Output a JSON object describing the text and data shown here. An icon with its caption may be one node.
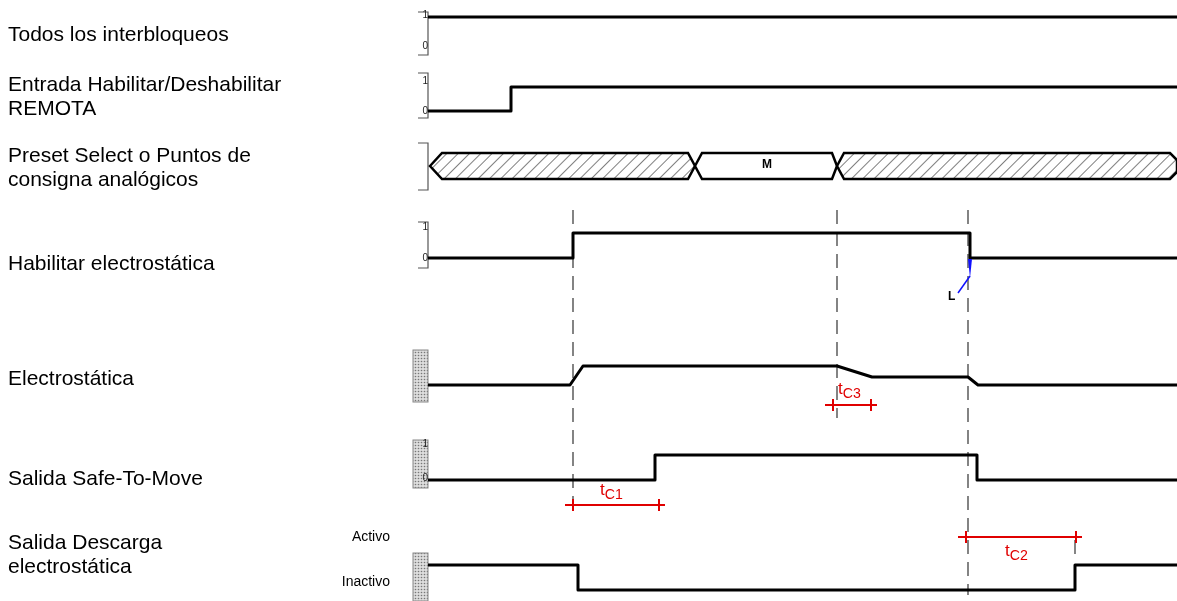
{
  "diagram": {
    "nodes": [
      {
        "text": [
          "L"
        ]
      },
      {
        "text": [],
        "shape": "bar"
      }
    ],
    "edges": [
      {
        "from": 0,
        "to": 1,
        "arrow": "none"
      }
    ],
    "labels": [
      "Todos los interbloqueos",
      "1",
      "0",
      "Entrada Habilitar/Deshabilitar REMOTA",
      "1",
      "0",
      "Preset Select o Puntos de consigna analógicos",
      "M",
      "Habilitar electrostática",
      "1",
      "0",
      "Electrostática",
      "t$_{C3}$",
      "Salida Safe-To-Move",
      "1",
      "0",
      "t$_{C1}$",
      "Salida Descarga electrostática",
      "Activo",
      "t$_{C2}$",
      "Inactivo"
    ]
  }
}
